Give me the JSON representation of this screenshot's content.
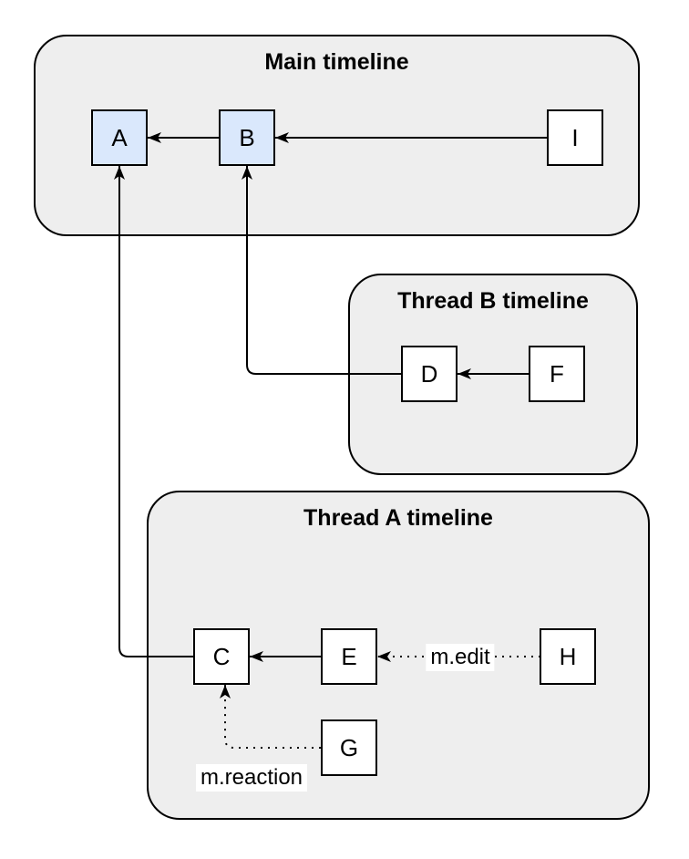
{
  "containers": {
    "main": {
      "title": "Main timeline"
    },
    "thread_b": {
      "title": "Thread B timeline"
    },
    "thread_a": {
      "title": "Thread A timeline"
    }
  },
  "nodes": {
    "a": {
      "label": "A"
    },
    "b": {
      "label": "B"
    },
    "i": {
      "label": "I"
    },
    "d": {
      "label": "D"
    },
    "f": {
      "label": "F"
    },
    "c": {
      "label": "C"
    },
    "e": {
      "label": "E"
    },
    "h": {
      "label": "H"
    },
    "g": {
      "label": "G"
    }
  },
  "edge_labels": {
    "edit": "m.edit",
    "reaction": "m.reaction"
  },
  "colors": {
    "container_fill": "#eeeeee",
    "container_border": "#000000",
    "node_fill_default": "#ffffff",
    "node_fill_highlight": "#dae8fc",
    "node_border": "#000000",
    "line": "#000000",
    "label_background": "#ffffff",
    "page_background": "#ffffff"
  }
}
